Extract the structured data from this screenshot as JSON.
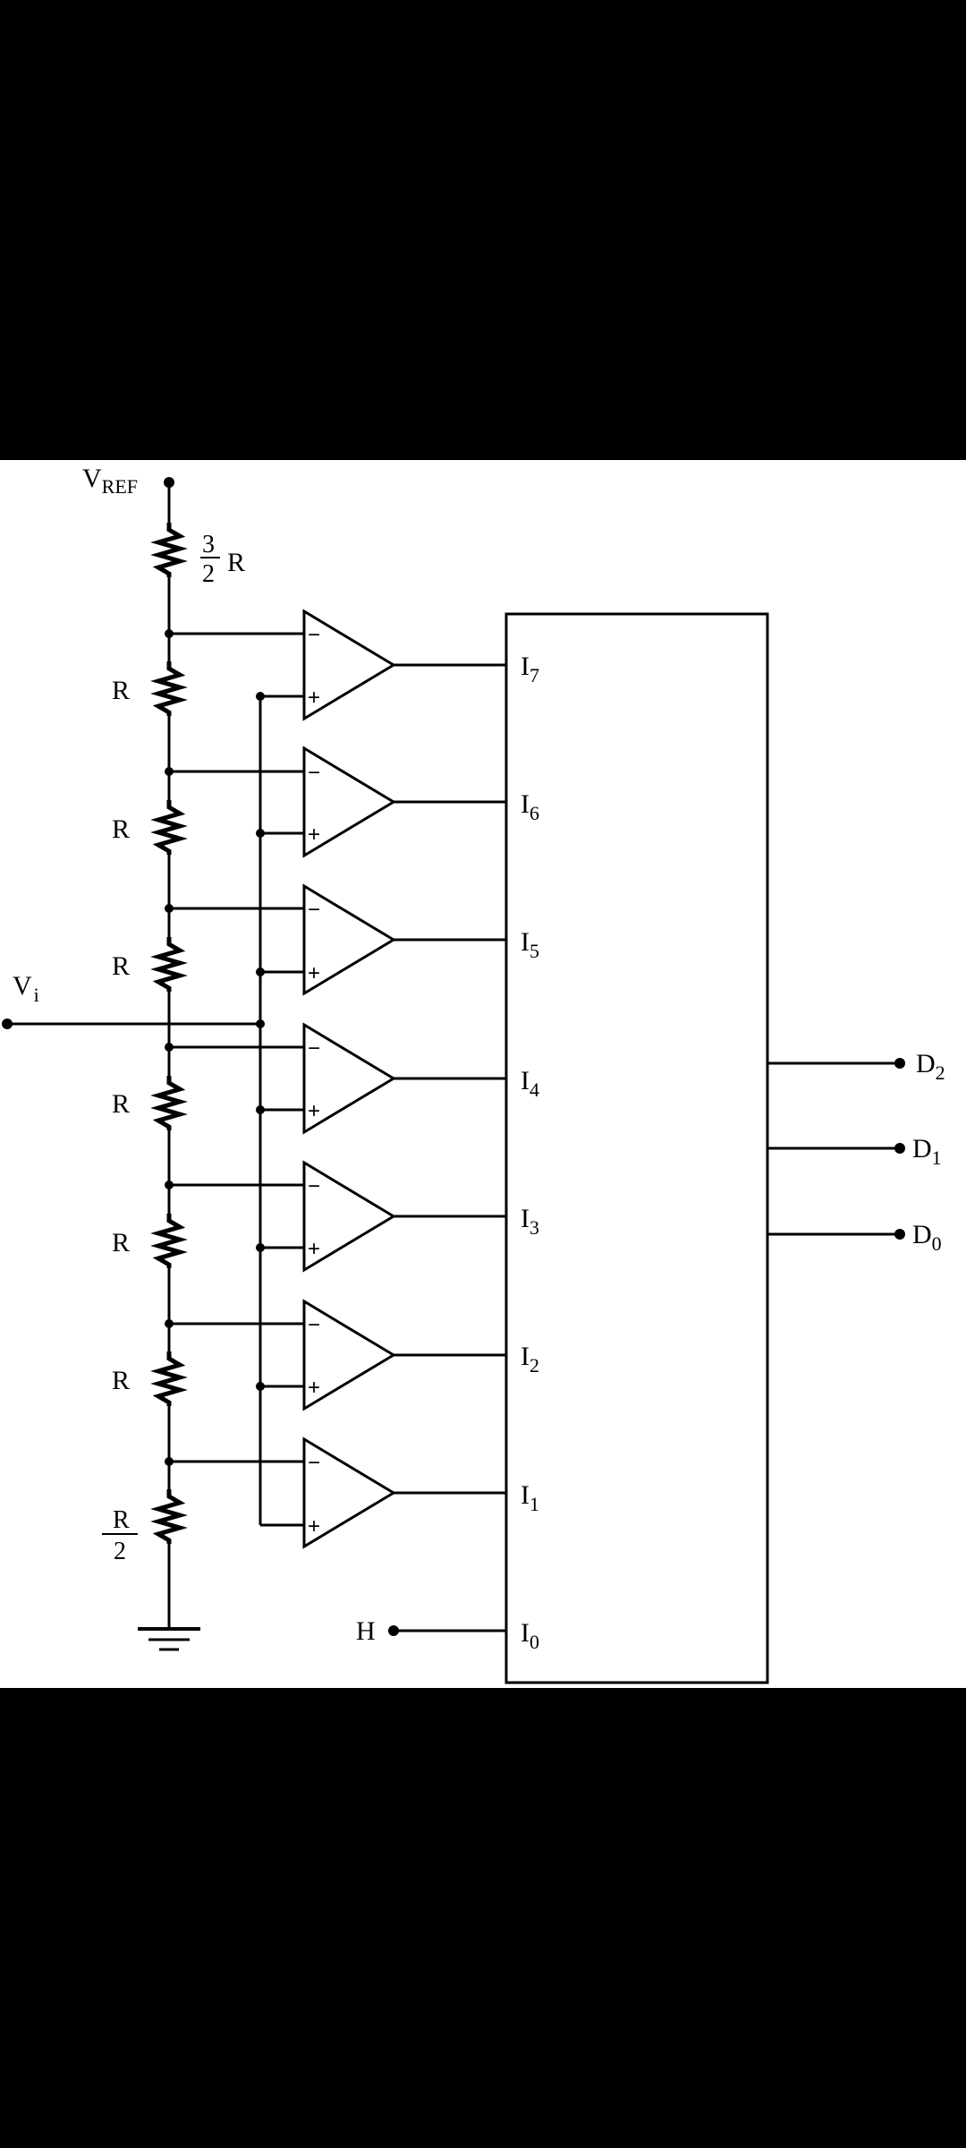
{
  "diagram": {
    "vref": {
      "main": "V",
      "sub": "REF"
    },
    "vi": {
      "main": "V",
      "sub": "i"
    },
    "top_resistor": {
      "num": "3",
      "den": "2",
      "suffix": "R"
    },
    "bottom_resistor": {
      "num": "R",
      "den": "2"
    },
    "mid_resistors": [
      "R",
      "R",
      "R",
      "R",
      "R",
      "R"
    ],
    "comparator_signs": {
      "minus": "−",
      "plus": "+"
    },
    "encoder_inputs": [
      {
        "main": "I",
        "sub": "7"
      },
      {
        "main": "I",
        "sub": "6"
      },
      {
        "main": "I",
        "sub": "5"
      },
      {
        "main": "I",
        "sub": "4"
      },
      {
        "main": "I",
        "sub": "3"
      },
      {
        "main": "I",
        "sub": "2"
      },
      {
        "main": "I",
        "sub": "1"
      },
      {
        "main": "I",
        "sub": "0"
      }
    ],
    "outputs": [
      {
        "main": "D",
        "sub": "2"
      },
      {
        "main": "D",
        "sub": "1"
      },
      {
        "main": "D",
        "sub": "0"
      }
    ],
    "high_input": "H"
  }
}
